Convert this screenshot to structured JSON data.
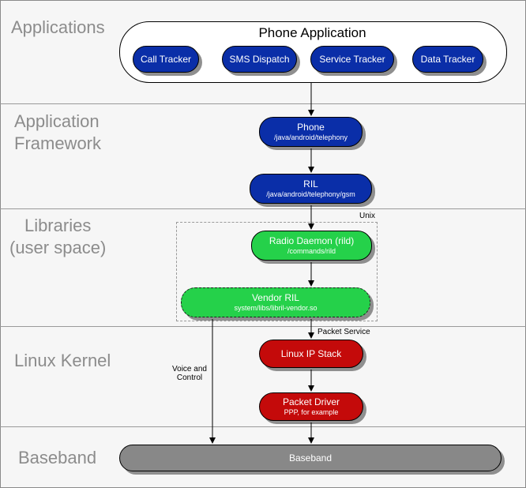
{
  "layers": {
    "applications": [
      "Applications"
    ],
    "framework": [
      "Application",
      "Framework"
    ],
    "libraries": [
      "Libraries",
      "(user space)"
    ],
    "kernel": [
      "Linux Kernel"
    ],
    "baseband": [
      "Baseband"
    ]
  },
  "phone_application": {
    "title": "Phone Application",
    "items": [
      "Call Tracker",
      "SMS Dispatch",
      "Service Tracker",
      "Data Tracker"
    ]
  },
  "framework": {
    "phone": {
      "label": "Phone",
      "path": "/java/android/telephony"
    },
    "ril": {
      "label": "RIL",
      "path": "/java/android/telephony/gsm"
    }
  },
  "libraries": {
    "container_label": "Unix",
    "radio_daemon": {
      "label": "Radio Daemon (rild)",
      "path": "/commands/rild"
    },
    "vendor_ril": {
      "label": "Vendor RIL",
      "path": "system/libs/libril-vendor.so"
    }
  },
  "kernel": {
    "packet_service_label": "Packet Service",
    "voice_control_label": [
      "Voice and",
      "Control"
    ],
    "ip_stack": {
      "label": "Linux IP Stack"
    },
    "packet_driver": {
      "label": "Packet Driver",
      "path": "PPP, for example"
    }
  },
  "baseband": {
    "label": "Baseband"
  },
  "colors": {
    "application_blue": "#0a2ea8",
    "library_green": "#25d14a",
    "kernel_red": "#c40a0a",
    "baseband_gray": "#888888",
    "label_gray": "#8c8c8c"
  }
}
